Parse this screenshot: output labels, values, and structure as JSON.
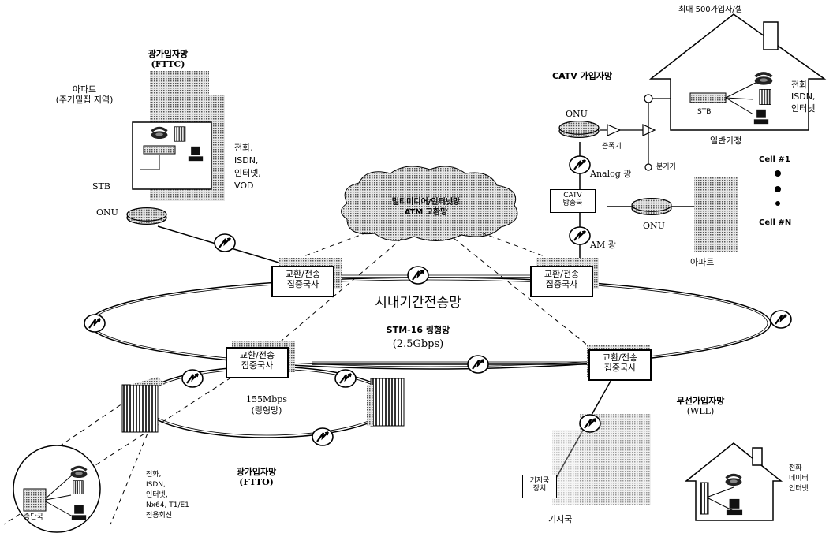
{
  "nodes": {
    "fttc_title_1": "광가입자망",
    "fttc_title_2": "(FTTC)",
    "apt_1": "아파트",
    "apt_2": "(주거밀집 지역)",
    "fttc_services": [
      "전화,",
      "ISDN,",
      "인터넷,",
      "VOD"
    ],
    "stb_left": "STB",
    "onu_left": "ONU",
    "cloud_1": "멀티미디어/인터넷망",
    "cloud_2": "ATM 교환망",
    "catv_title": "CATV 가입자망",
    "onu_catv": "ONU",
    "amplifier": "증폭기",
    "splitter": "분기기",
    "analog": "Analog 광",
    "catv_hub": [
      "CATV",
      "방송국"
    ],
    "am": "AM 광",
    "onu_right": "ONU",
    "apt_right": "아파트",
    "house_top": "최대 500가입자/셀",
    "stb_house": "STB",
    "house_services": [
      "전화,",
      "ISDN,",
      "인터넷"
    ],
    "general_home": "일반가정",
    "cell_1": "Cell #1",
    "cell_n": "Cell #N",
    "office_tl": [
      "교환/전송",
      "집중국사"
    ],
    "office_tr": [
      "교환/전송",
      "집중국사"
    ],
    "office_ml": [
      "교환/전송",
      "집중국사"
    ],
    "office_mr": [
      "교환/전송",
      "집중국사"
    ],
    "ring_title": "시내기간전송망",
    "ring_stm": "STM-16 링형망",
    "ring_rate": "(2.5Gbps)",
    "sub_ring_rate": "155Mbps",
    "sub_ring_type": "(링형망)",
    "ftto_title_1": "광가입자망",
    "ftto_title_2": "(FTTO)",
    "ftto_services": [
      "전화,",
      "ISDN,",
      "인터넷,",
      "Nx64, T1/E1",
      "전용회선"
    ],
    "terminal": "종단국",
    "wll_title_1": "무선가입자망",
    "wll_title_2": "(WLL)",
    "base_box": [
      "기지국",
      "장치"
    ],
    "base_station": "기지국",
    "wll_services": [
      "전화",
      "데이터",
      "인터넷"
    ]
  },
  "colors": {
    "line": "#000000",
    "fill_gray": "#c8c8c8",
    "cloud": "#d4d4d4"
  }
}
